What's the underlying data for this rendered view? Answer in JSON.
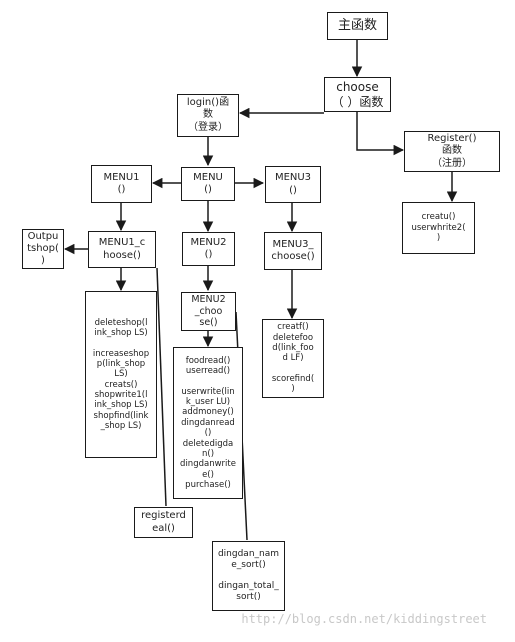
{
  "nodes": {
    "main": "主函数",
    "choose": "choose\n（  ）函数",
    "login": "login()函\n数\n（登录）",
    "register": "Register()\n函数\n（注册）",
    "menu1": "MENU1\n()",
    "menu": "MENU\n()",
    "menu3": "MENU3\n()",
    "register_funcs": "creatu()\nuserwhrite2(\n)",
    "outputshop": "Outpu\ntshop(\n)",
    "menu1_choose": "MENU1_c\nhoose()",
    "menu2": "MENU2\n()",
    "menu3_choose": "MENU3_\nchoose()",
    "menu2_choose": "MENU2\n_choo\nse()",
    "shop_funcs": "deleteshop(l\nink_shop LS)\n\nincreaseshop\np(link_shop\nLS)\ncreats()\nshopwrite1(l\nink_shop LS)\nshopfind(link\n_shop LS)",
    "food_funcs": "creatf()\ndeletefoo\nd(link_foo\nd LF)\n\nscorefind(\n)",
    "user_funcs": "foodread()\nuserread()\n\nuserwrite(lin\nk_user LU)\naddmoney()\ndingdanread\n()\ndeletedigda\nn()\ndingdanwrite\ne()\npurchase()",
    "registerdeal": "registerd\neal()",
    "sort_funcs": "dingdan_nam\ne_sort()\n\ndingan_total_\nsort()"
  },
  "watermark": "http://blog.csdn.net/kiddingstreet"
}
